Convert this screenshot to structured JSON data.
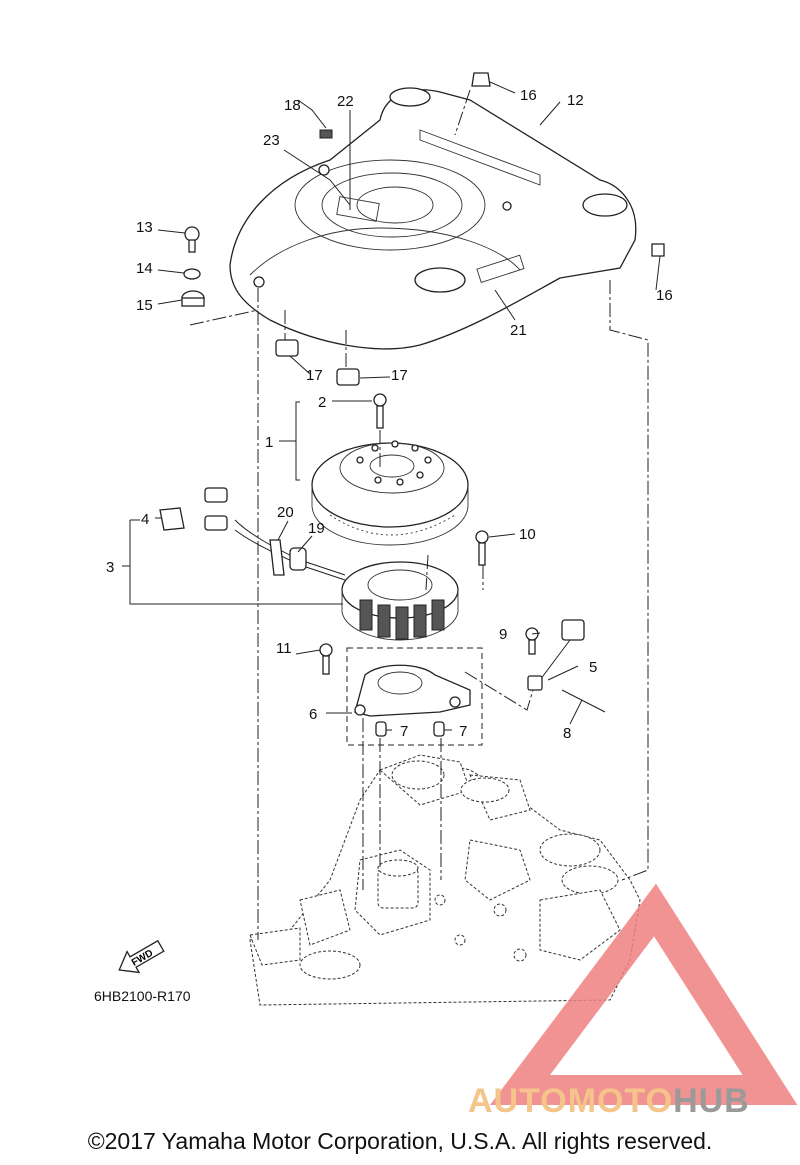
{
  "callouts": [
    {
      "id": "c1",
      "text": "1"
    },
    {
      "id": "c2",
      "text": "2"
    },
    {
      "id": "c3",
      "text": "3"
    },
    {
      "id": "c4",
      "text": "4"
    },
    {
      "id": "c5",
      "text": "5"
    },
    {
      "id": "c6",
      "text": "6"
    },
    {
      "id": "c7a",
      "text": "7"
    },
    {
      "id": "c7b",
      "text": "7"
    },
    {
      "id": "c8",
      "text": "8"
    },
    {
      "id": "c9",
      "text": "9"
    },
    {
      "id": "c10",
      "text": "10"
    },
    {
      "id": "c11",
      "text": "11"
    },
    {
      "id": "c12",
      "text": "12"
    },
    {
      "id": "c13",
      "text": "13"
    },
    {
      "id": "c14",
      "text": "14"
    },
    {
      "id": "c15",
      "text": "15"
    },
    {
      "id": "c16a",
      "text": "16"
    },
    {
      "id": "c16b",
      "text": "16"
    },
    {
      "id": "c17a",
      "text": "17"
    },
    {
      "id": "c17b",
      "text": "17"
    },
    {
      "id": "c18",
      "text": "18"
    },
    {
      "id": "c19",
      "text": "19"
    },
    {
      "id": "c20",
      "text": "20"
    },
    {
      "id": "c21",
      "text": "21"
    },
    {
      "id": "c22",
      "text": "22"
    },
    {
      "id": "c23",
      "text": "23"
    }
  ],
  "fwd_label": "FWD",
  "diagram_code": "6HB2100-R170",
  "watermark": {
    "part1": "AUTOMOTO",
    "part2": "HUB",
    "color_accent": "#f08080",
    "color_text": "#f4c48a"
  },
  "copyright": "©2017 Yamaha Motor Corporation, U.S.A. All rights reserved."
}
